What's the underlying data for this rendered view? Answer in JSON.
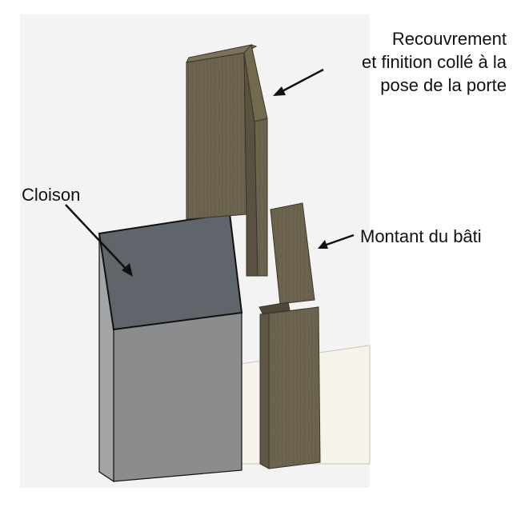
{
  "labels": {
    "recouvrement": [
      "Recouvrement",
      "et finition collé à la",
      "pose de la porte"
    ],
    "cloison": "Cloison",
    "montant": "Montant du bâti"
  },
  "colors": {
    "background_panel": "#f3f3f3",
    "wall_front": "#8a8c8d",
    "wall_top": "#5f656b",
    "wall_side": "#a7a9aa",
    "wood": "#6d644f",
    "wood_dark": "#574f3d",
    "wood_light": "#7e7460",
    "floor": "#f6f3ea",
    "outline": "#111111"
  }
}
